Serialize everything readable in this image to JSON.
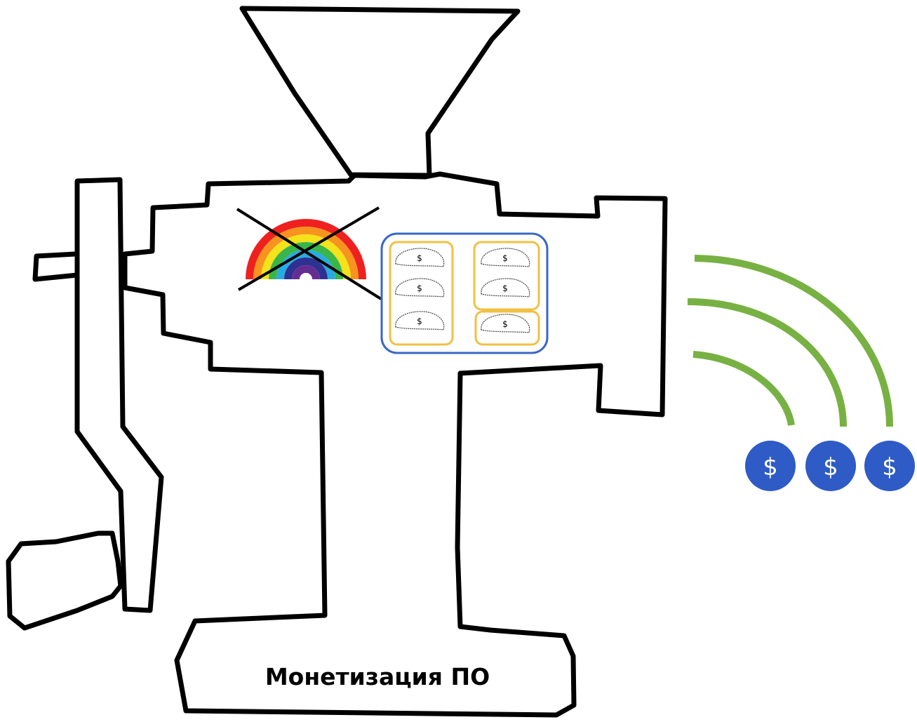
{
  "caption": "Монетизация ПО",
  "currency_symbol": "$",
  "coins": [
    "$",
    "$",
    "$"
  ],
  "dumpling_label": "$",
  "dumpling_groups": [
    {
      "items": [
        "$",
        "$",
        "$"
      ]
    },
    {
      "items": [
        "$",
        "$"
      ]
    },
    {
      "items": [
        "$"
      ]
    }
  ],
  "colors": {
    "outline": "#000000",
    "coin": "#2e5bc5",
    "signal": "#78b143",
    "tray_border": "#3a67c8",
    "dumpling_box": "#f2c043",
    "rainbow": [
      "#ef2020",
      "#f7931e",
      "#f4e21a",
      "#39b54a",
      "#29abe2",
      "#2e3192",
      "#662d91"
    ]
  },
  "icons": [
    "meat-grinder-outline",
    "crossed-rainbow-icon",
    "dumpling-tray",
    "signal-waves-icon",
    "dollar-coin-icon"
  ]
}
